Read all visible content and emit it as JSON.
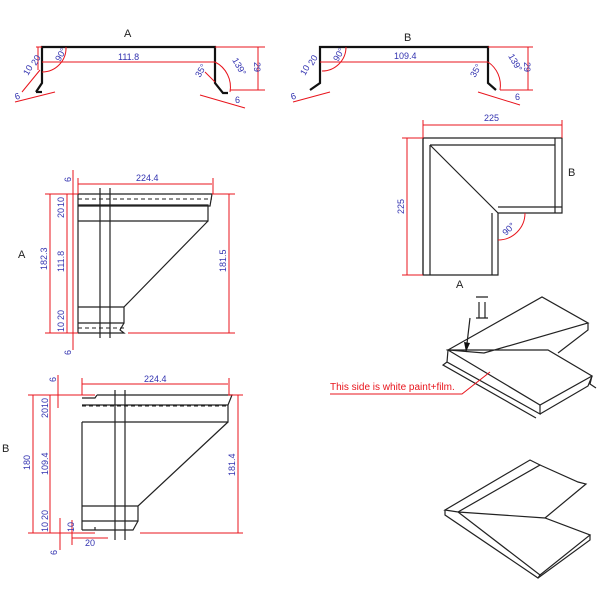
{
  "profile_a": {
    "label": "A",
    "width": "111.8",
    "flange_upper": "20",
    "flange_lower": "10",
    "edge": "6",
    "edge_right": "6",
    "angle_left": "90°",
    "angle_small": "35°",
    "angle_right": "139°",
    "height": "29"
  },
  "profile_b": {
    "label": "B",
    "width": "109.4",
    "flange_upper": "20",
    "flange_lower": "10",
    "edge": "6",
    "edge_right": "6",
    "angle_left": "90°",
    "angle_small": "35°",
    "angle_right": "139°",
    "height": "29"
  },
  "plan": {
    "side_top": "225",
    "side_left": "225",
    "label_b": "B",
    "label_a": "A",
    "angle": "90°"
  },
  "view_a": {
    "label": "A",
    "top_edge": "6",
    "length": "224.4",
    "d10_top": "10",
    "d20_top": "20",
    "overall": "182.3",
    "middle": "111.8",
    "right_height": "181.5",
    "d20_bottom": "20",
    "d10_bottom": "10",
    "bottom_edge": "6"
  },
  "view_b": {
    "label": "B",
    "top_edge": "6",
    "length": "224.4",
    "d10_top": "10",
    "d20_top": "20",
    "overall": "180",
    "middle": "109.4",
    "right_height": "181.4",
    "d20_bottom": "20",
    "d10_bottom": "10",
    "small": "10",
    "bottom_edge": "6",
    "offset": "20"
  },
  "note": {
    "text": "This side is white paint+film."
  },
  "colors": {
    "dimension_line": "#e8141c",
    "dimension_text": "#3333b0",
    "outline": "#222222"
  }
}
